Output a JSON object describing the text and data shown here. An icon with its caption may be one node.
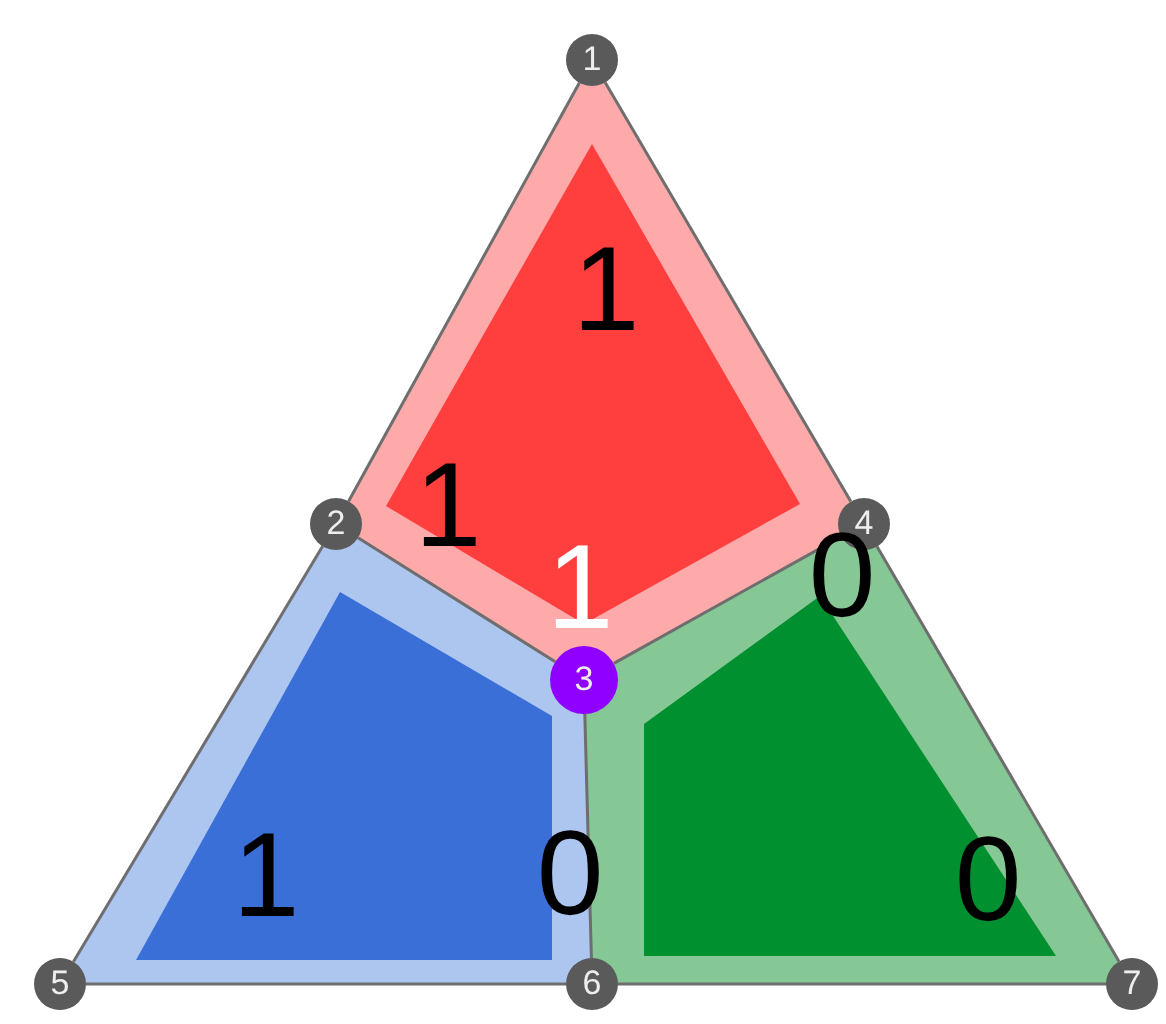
{
  "diagram": {
    "nodes": [
      {
        "text": [
          "1"
        ]
      },
      {
        "text": [
          "2"
        ]
      },
      {
        "text": [
          "3"
        ]
      },
      {
        "text": [
          "4"
        ]
      },
      {
        "text": [
          "5"
        ]
      },
      {
        "text": [
          "6"
        ]
      },
      {
        "text": [
          "7"
        ]
      },
      {
        "text": [
          "1",
          "1",
          "1"
        ]
      },
      {
        "text": [
          "0",
          "0"
        ]
      },
      {
        "text": [
          "1",
          "0"
        ]
      }
    ],
    "edges": [
      {
        "from": 0,
        "to": 1,
        "arrow": "none"
      },
      {
        "from": 1,
        "to": 4,
        "arrow": "none"
      },
      {
        "from": 4,
        "to": 5,
        "arrow": "none"
      },
      {
        "from": 5,
        "to": 6,
        "arrow": "none"
      },
      {
        "from": 6,
        "to": 3,
        "arrow": "none"
      },
      {
        "from": 3,
        "to": 0,
        "arrow": "none"
      },
      {
        "from": 1,
        "to": 2,
        "arrow": "none"
      },
      {
        "from": 2,
        "to": 3,
        "arrow": "none"
      },
      {
        "from": 2,
        "to": 5,
        "arrow": "none"
      }
    ]
  }
}
